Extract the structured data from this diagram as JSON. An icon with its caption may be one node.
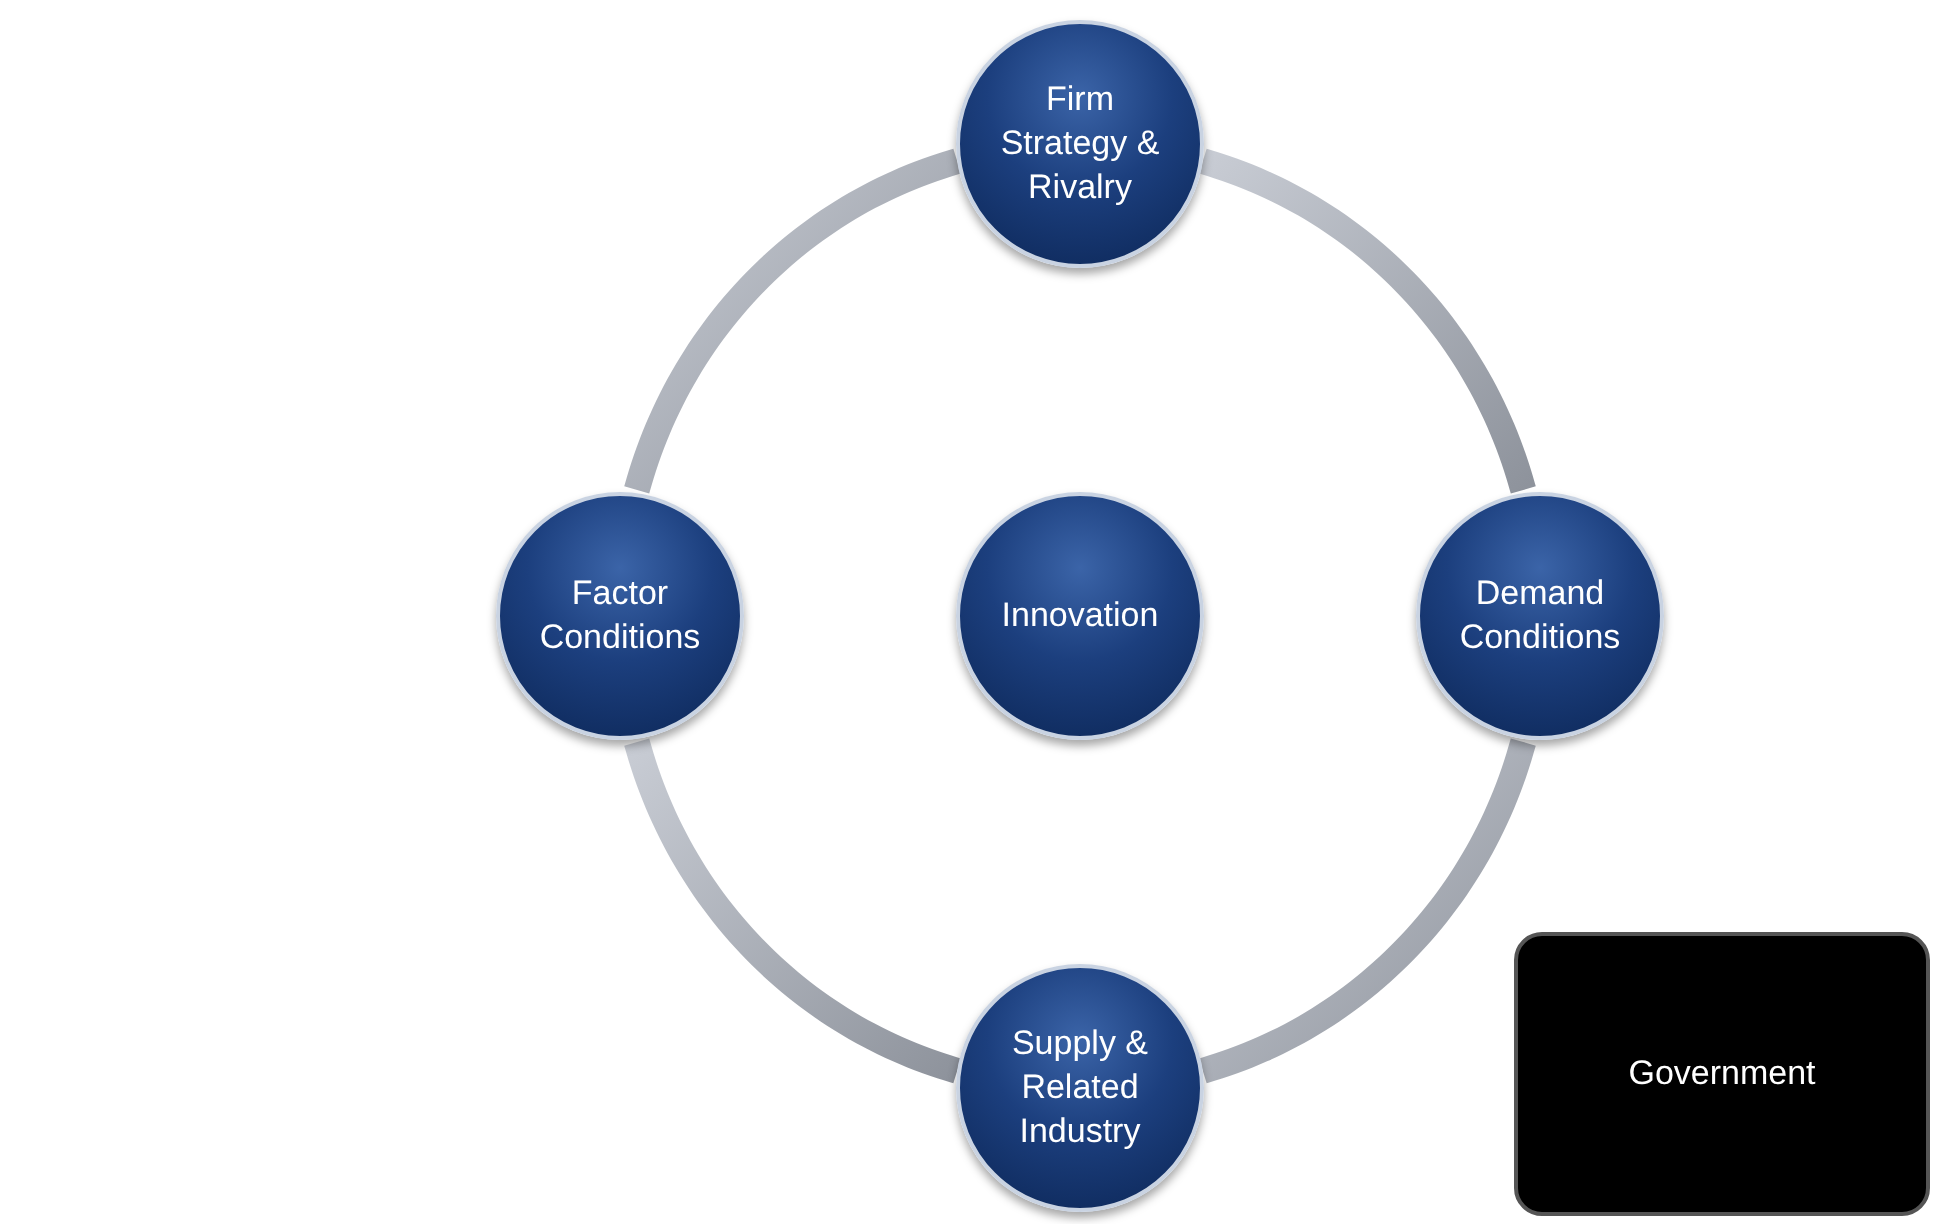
{
  "diagram": {
    "nodes": [
      {
        "text": [
          "Firm Strategy & Rivalry"
        ]
      },
      {
        "text": [
          "Factor Conditions"
        ]
      },
      {
        "text": [
          "Innovation"
        ]
      },
      {
        "text": [
          "Demand Conditions"
        ]
      },
      {
        "text": [
          "Supply & Related Industry"
        ]
      },
      {
        "text": [
          "Government"
        ]
      }
    ],
    "edges": [
      {
        "from": 0,
        "to": 3,
        "arrow": "none"
      },
      {
        "from": 3,
        "to": 4,
        "arrow": "none"
      },
      {
        "from": 4,
        "to": 1,
        "arrow": "none"
      },
      {
        "from": 1,
        "to": 0,
        "arrow": "none"
      }
    ]
  }
}
